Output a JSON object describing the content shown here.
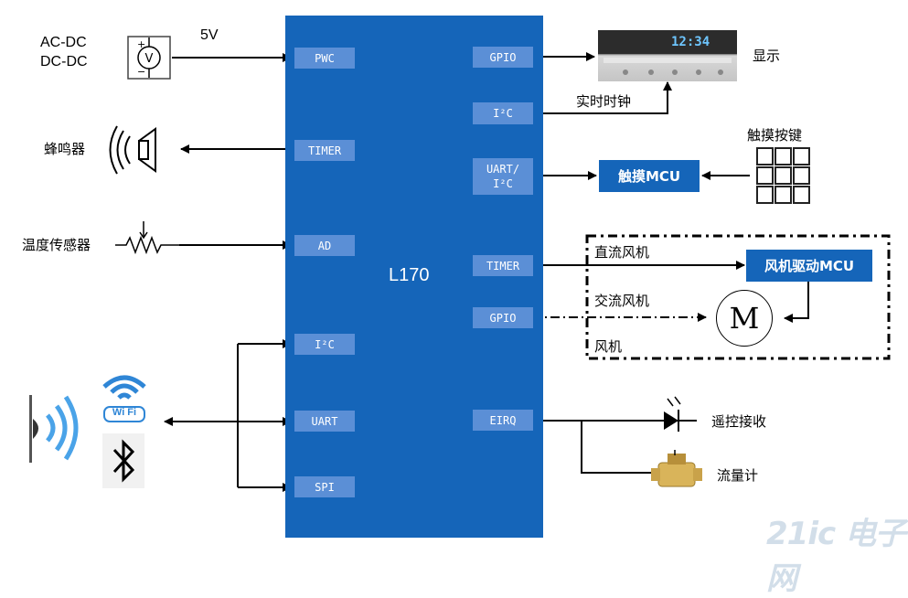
{
  "mcu": {
    "name": "L170"
  },
  "pins": {
    "pwc": "PWC",
    "timer_left": "TIMER",
    "ad": "AD",
    "i2c_left": "I²C",
    "uart_left": "UART",
    "spi": "SPI",
    "gpio_top": "GPIO",
    "i2c_right": "I²C",
    "uart_i2c_line1": "UART/",
    "uart_i2c_line2": "I²C",
    "timer_right": "TIMER",
    "gpio_fan": "GPIO",
    "eirq": "EIRQ"
  },
  "labels": {
    "power_ac": "AC-DC",
    "power_dc": "DC-DC",
    "voltage": "5V",
    "buzzer": "蜂鸣器",
    "temp_sensor": "温度传感器",
    "display": "显示",
    "display_time": "12:34",
    "rtc": "实时时钟",
    "touch_keys": "触摸按键",
    "touch_mcu": "触摸MCU",
    "dc_fan": "直流风机",
    "ac_fan": "交流风机",
    "fan": "风机",
    "fan_mcu": "风机驱动MCU",
    "motor": "M",
    "remote": "遥控接收",
    "flowmeter": "流量计",
    "wifi_text": "Wi Fi",
    "watermark": "21ic 电子网"
  },
  "colors": {
    "mcu_blue": "#1565b9",
    "pin_blue": "#5b8fd6",
    "wifi_blue": "#2f86d6"
  }
}
